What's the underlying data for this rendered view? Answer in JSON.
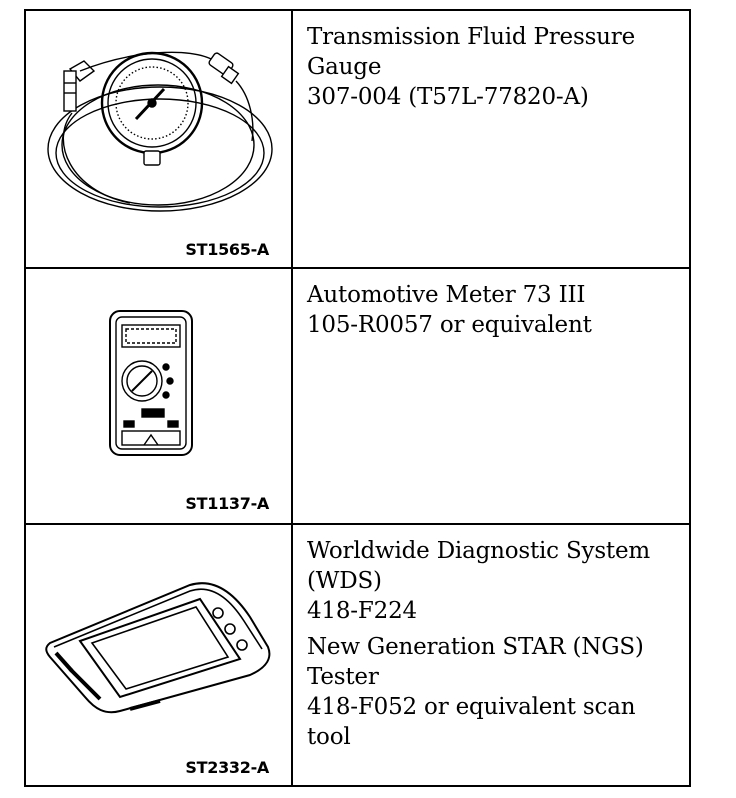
{
  "tools": [
    {
      "image_code": "ST1565-A",
      "illustration": "pressure-gauge-icon",
      "description": [
        "Transmission Fluid Pressure",
        "Gauge",
        "307-004 (T57L-77820-A)"
      ]
    },
    {
      "image_code": "ST1137-A",
      "illustration": "multimeter-icon",
      "description": [
        "Automotive Meter 73 III",
        "105-R0057 or equivalent"
      ]
    },
    {
      "image_code": "ST2332-A",
      "illustration": "scan-tool-icon",
      "description": [
        "Worldwide Diagnostic System",
        "(WDS)",
        "418-F224"
      ],
      "description_2": [
        "New Generation STAR (NGS)",
        "Tester",
        "418-F052 or equivalent scan",
        "tool"
      ]
    }
  ]
}
